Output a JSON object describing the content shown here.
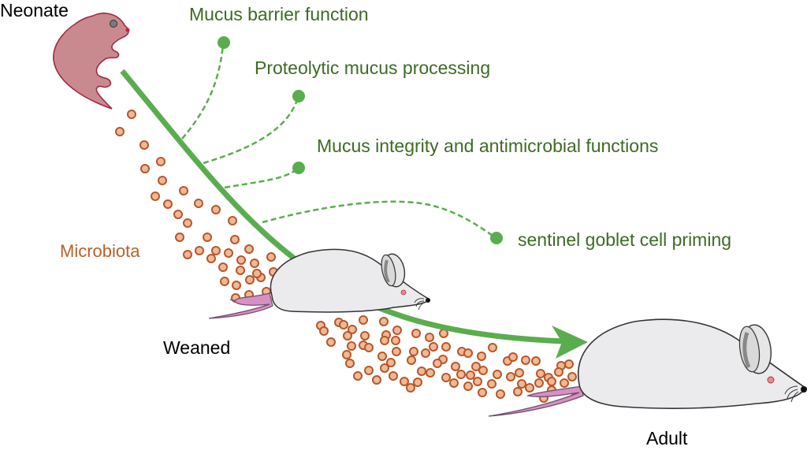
{
  "figure": {
    "stages": {
      "neonate": "Neonate",
      "weaned": "Weaned",
      "adult": "Adult"
    },
    "microbiota_label": "Microbiota",
    "functions": [
      "Mucus barrier function",
      "Proteolytic mucus processing",
      "Mucus integrity and antimicrobial functions",
      "sentinel goblet cell priming"
    ],
    "colors": {
      "trajectory_green": "#5aad4e",
      "function_text_green": "#3d6b24",
      "microbe_fill": "#f2b896",
      "microbe_stroke": "#b5582a",
      "microbiota_text": "#b5622a",
      "neonate_body": "#c98a8f",
      "neonate_outline": "#a32a40",
      "mouse_body": "#ebebed",
      "mouse_tail": "#d78fc4"
    }
  }
}
